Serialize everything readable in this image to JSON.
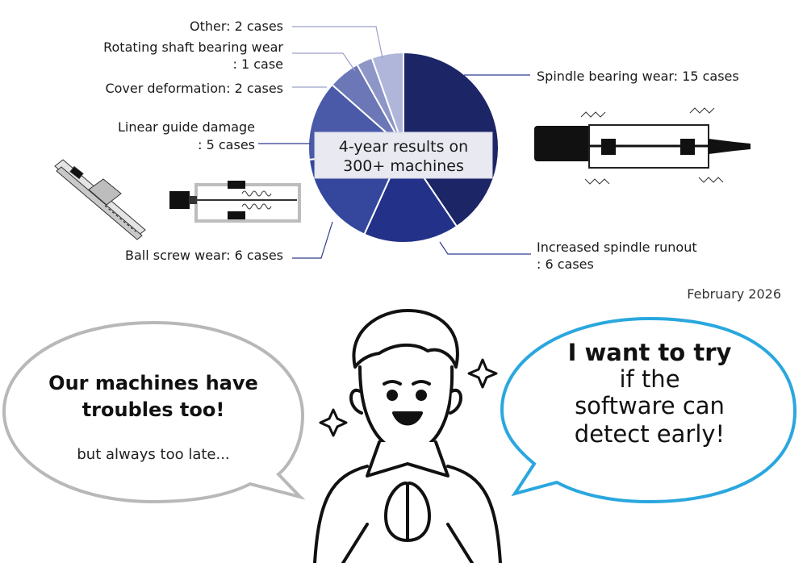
{
  "chart_data": {
    "type": "pie",
    "center_label": [
      "4-year results on",
      "300+ machines"
    ],
    "slices": [
      {
        "label": "Spindle bearing wear: 15 cases",
        "value": 15,
        "color": "#1c2566"
      },
      {
        "label": "Increased spindle runout : 6 cases",
        "value": 6,
        "color": "#243189"
      },
      {
        "label": "Ball screw wear: 6 cases",
        "value": 6,
        "color": "#34479d"
      },
      {
        "label": "Linear guide damage : 5 cases",
        "value": 5,
        "color": "#4a5aa8"
      },
      {
        "label": "Cover deformation: 2 cases",
        "value": 2,
        "color": "#6b77b6"
      },
      {
        "label": "Rotating shaft bearing wear : 1 case",
        "value": 1,
        "color": "#8d96c7"
      },
      {
        "label": "Other: 2 cases",
        "value": 2,
        "color": "#b0b6da"
      }
    ],
    "label_lines": {
      "spindle": [
        "Spindle bearing wear: 15 cases"
      ],
      "runout": [
        "Increased spindle runout",
        ": 6 cases"
      ],
      "ballscrew": [
        "Ball screw wear: 6 cases"
      ],
      "linear": [
        "Linear guide damage",
        ": 5 cases"
      ],
      "cover": [
        "Cover deformation: 2 cases"
      ],
      "rotating": [
        "Rotating shaft bearing wear",
        ": 1 case"
      ],
      "other": [
        "Other: 2 cases"
      ]
    }
  },
  "date": "February 2026",
  "bubbles": {
    "left_title_1": "Our machines have",
    "left_title_2": "troubles too!",
    "left_sub": "but always too late...",
    "right_bold": "I want to try",
    "right_2": "if the",
    "right_3": "software can",
    "right_4": "detect early!"
  },
  "colors": {
    "bubble_left": "#b8b8b8",
    "bubble_right": "#2aa7de",
    "pie_border": "#ffffff"
  },
  "icons": [
    "linear-guide-icon",
    "ball-screw-icon",
    "spindle-icon",
    "worker-character-icon",
    "sparkle-icon"
  ]
}
